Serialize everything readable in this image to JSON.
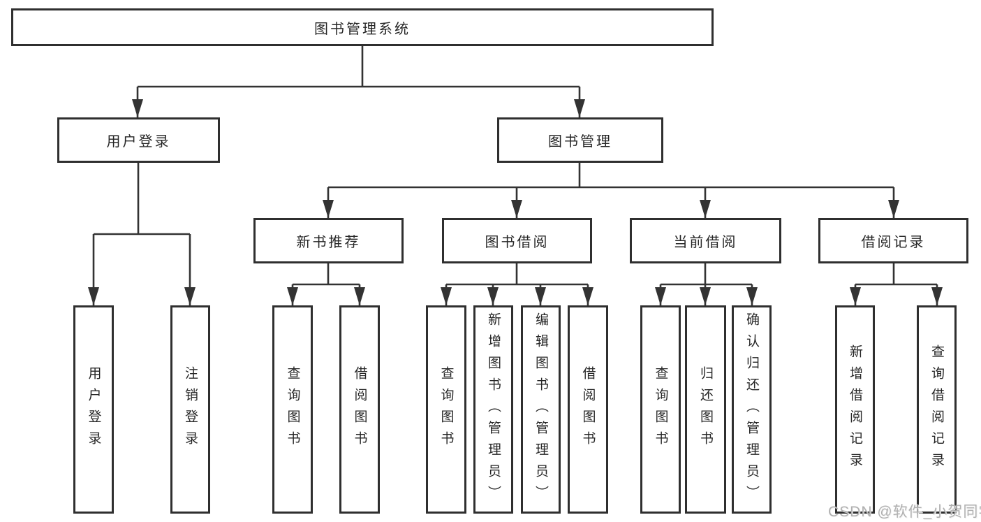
{
  "tree": {
    "root": {
      "label": "图书管理系统"
    },
    "user_login": {
      "label": "用户登录",
      "children": [
        {
          "label": "用户登录"
        },
        {
          "label": "注销登录"
        }
      ]
    },
    "book_mgmt": {
      "label": "图书管理"
    },
    "groups": [
      {
        "label": "新书推荐",
        "children": [
          {
            "label": "查询图书"
          },
          {
            "label": "借阅图书"
          }
        ]
      },
      {
        "label": "图书借阅",
        "children": [
          {
            "label": "查询图书"
          },
          {
            "label": "新增图书（管理员）"
          },
          {
            "label": "编辑图书（管理员）"
          },
          {
            "label": "借阅图书"
          }
        ]
      },
      {
        "label": "当前借阅",
        "children": [
          {
            "label": "查询图书"
          },
          {
            "label": "归还图书"
          },
          {
            "label": "确认归还（管理员）"
          }
        ]
      },
      {
        "label": "借阅记录",
        "children": [
          {
            "label": "新增借阅记录"
          },
          {
            "label": "查询借阅记录"
          }
        ]
      }
    ]
  },
  "watermark": {
    "text": "CSDN @软件_小贺同学"
  },
  "colors": {
    "line": "#333333",
    "box_border": "#2f2f2f",
    "text": "#262626",
    "watermark": "#b0b0b0",
    "background": "#ffffff"
  }
}
